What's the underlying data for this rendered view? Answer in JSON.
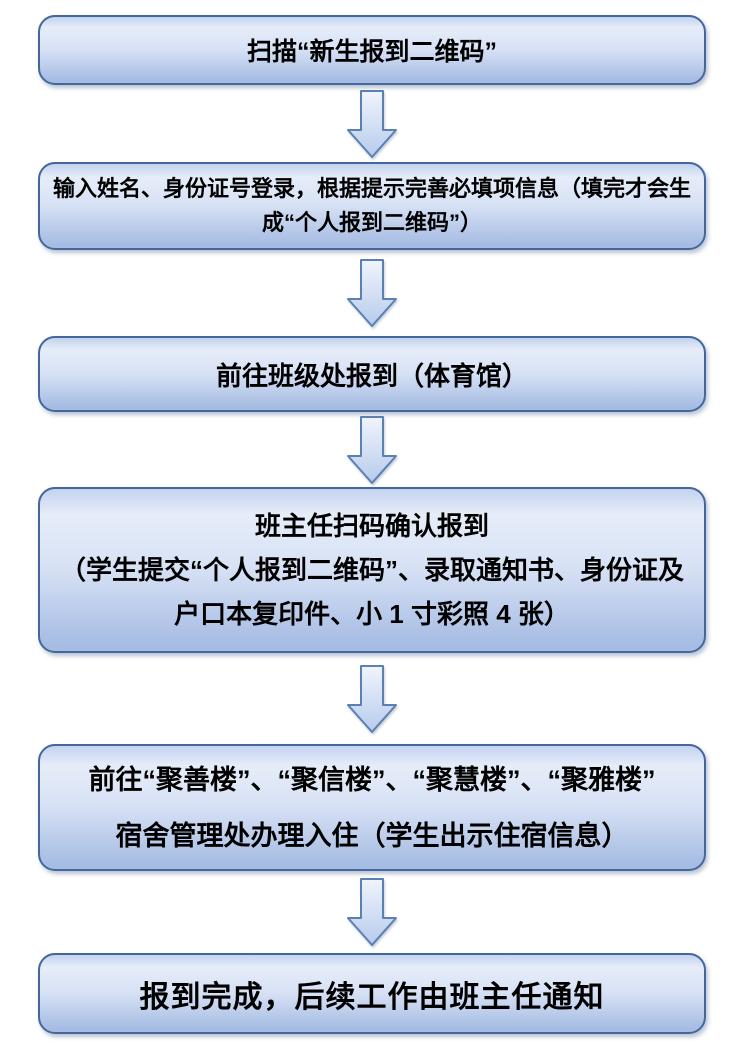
{
  "flowchart": {
    "kind": "vertical-process-flow",
    "steps": [
      {
        "name": "scan-newstudent-qr",
        "lines": [
          "扫描“新生报到二维码”"
        ]
      },
      {
        "name": "login-and-complete-info",
        "lines": [
          "输入姓名、身份证号登录，根据提示完善必填项信息（填完才会生",
          "成“个人报到二维码”）"
        ]
      },
      {
        "name": "report-at-class-gym",
        "lines": [
          "前往班级处报到（体育馆）"
        ]
      },
      {
        "name": "teacher-scan-confirm",
        "lines": [
          "班主任扫码确认报到",
          "（学生提交“个人报到二维码”、录取通知书、身份证及",
          "户口本复印件、小 1 寸彩照 4 张）"
        ]
      },
      {
        "name": "dorm-check-in",
        "lines": [
          "前往“聚善楼”、“聚信楼”、“聚慧楼”、“聚雅楼”",
          "宿舍管理处办理入住（学生出示住宿信息）"
        ]
      },
      {
        "name": "report-complete-notice",
        "lines": [
          "报到完成，后续工作由班主任通知"
        ]
      }
    ],
    "connector": "down-block-arrow",
    "colors": {
      "background": "#ffffff",
      "text": "#000000",
      "box_border": "#44679b",
      "box_gradient_top": "#c3d2ee",
      "box_gradient_highlight": "#e6edf9",
      "box_gradient_mid": "#d8e2f5",
      "box_gradient_bottom": "#a6bce3",
      "arrow_border": "#5b80b4",
      "arrow_gradient_top": "#f0f4fc",
      "arrow_gradient_bottom": "#b7cbec"
    }
  }
}
